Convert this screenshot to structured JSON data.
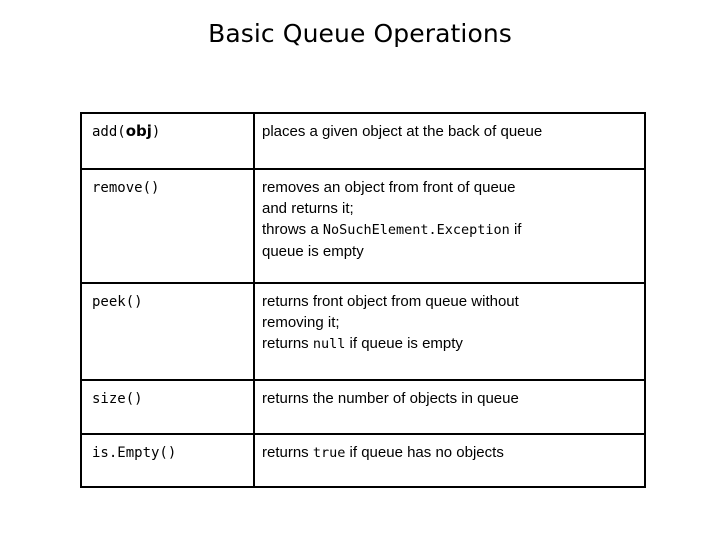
{
  "slide": {
    "title": "Basic Queue Operations",
    "table": {
      "rows": [
        {
          "id": "add",
          "method": {
            "prefix": "add(",
            "arg": "obj",
            "suffix": ")"
          },
          "description_lines": [
            [
              {
                "type": "text",
                "value": "places a given object at the back of queue"
              }
            ]
          ]
        },
        {
          "id": "remove",
          "method": {
            "prefix": "remove()",
            "arg": "",
            "suffix": ""
          },
          "description_lines": [
            [
              {
                "type": "text",
                "value": "removes an object from front of queue"
              }
            ],
            [
              {
                "type": "text",
                "value": "and returns it;"
              }
            ],
            [
              {
                "type": "text",
                "value": "throws a "
              },
              {
                "type": "code",
                "value": "NoSuchElement.Exception"
              },
              {
                "type": "text",
                "value": " if"
              }
            ],
            [
              {
                "type": "text",
                "value": "queue is empty"
              }
            ]
          ]
        },
        {
          "id": "peek",
          "method": {
            "prefix": "peek()",
            "arg": "",
            "suffix": ""
          },
          "description_lines": [
            [
              {
                "type": "text",
                "value": "returns front object from queue without"
              }
            ],
            [
              {
                "type": "text",
                "value": "removing it;"
              }
            ],
            [
              {
                "type": "text",
                "value": "returns "
              },
              {
                "type": "code",
                "value": "null"
              },
              {
                "type": "text",
                "value": " if queue is empty"
              }
            ]
          ]
        },
        {
          "id": "size",
          "method": {
            "prefix": "size()",
            "arg": "",
            "suffix": ""
          },
          "description_lines": [
            [
              {
                "type": "text",
                "value": "returns the number of objects in queue"
              }
            ]
          ]
        },
        {
          "id": "isEmpty",
          "method": {
            "prefix": "is.Empty()",
            "arg": "",
            "suffix": ""
          },
          "description_lines": [
            [
              {
                "type": "text",
                "value": "returns "
              },
              {
                "type": "code",
                "value": "true"
              },
              {
                "type": "text",
                "value": " if queue has no objects"
              }
            ]
          ]
        }
      ]
    },
    "colors": {
      "background": "#ffffff",
      "text": "#000000",
      "border": "#000000"
    }
  }
}
